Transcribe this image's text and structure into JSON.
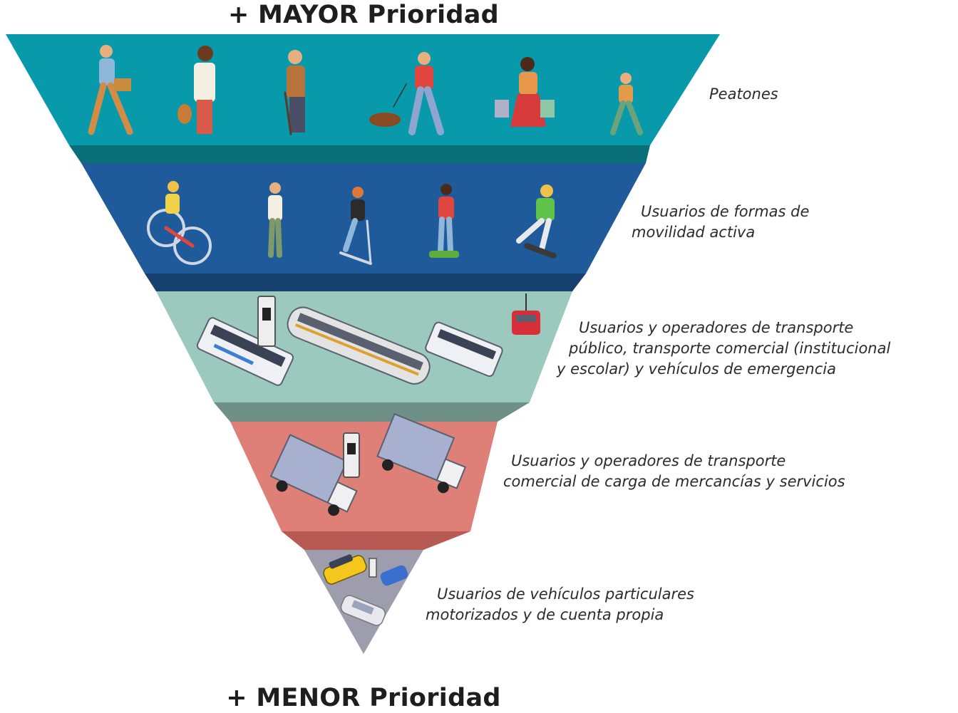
{
  "header_top": "+ MAYOR Prioridad",
  "header_bottom": "+ MENOR Prioridad",
  "levels": [
    {
      "lines": [
        "Peatones"
      ],
      "color": "#0899ab"
    },
    {
      "lines": [
        "Usuarios de formas de",
        "movilidad activa"
      ],
      "color": "#1f5b9a"
    },
    {
      "lines": [
        "Usuarios y operadores de transporte",
        "público, transporte comercial (institucional",
        "y escolar) y vehículos de emergencia"
      ],
      "color": "#9cc9bd"
    },
    {
      "lines": [
        "Usuarios y operadores de transporte",
        "comercial de carga de mercancías y servicios"
      ],
      "color": "#df8078"
    },
    {
      "lines": [
        "Usuarios de vehículos particulares",
        "motorizados y de cuenta propia"
      ],
      "color": "#9d9dad"
    }
  ]
}
